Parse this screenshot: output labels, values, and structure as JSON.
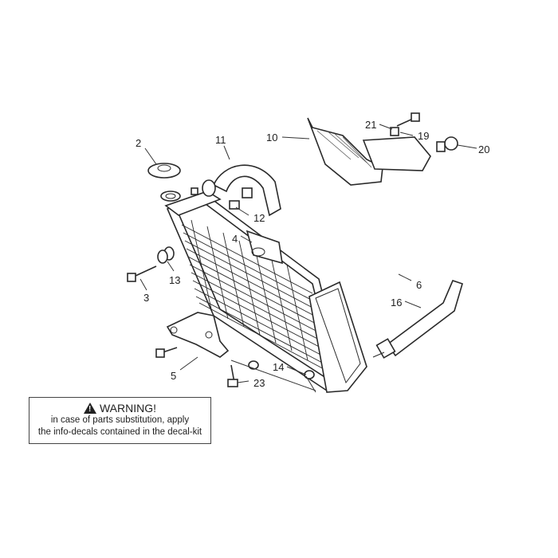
{
  "callouts": [
    {
      "id": "2",
      "label": "2"
    },
    {
      "id": "11",
      "label": "11"
    },
    {
      "id": "10",
      "label": "10"
    },
    {
      "id": "21",
      "label": "21"
    },
    {
      "id": "19",
      "label": "19"
    },
    {
      "id": "20",
      "label": "20"
    },
    {
      "id": "12",
      "label": "12"
    },
    {
      "id": "4",
      "label": "4"
    },
    {
      "id": "13",
      "label": "13"
    },
    {
      "id": "3",
      "label": "3"
    },
    {
      "id": "6",
      "label": "6"
    },
    {
      "id": "16",
      "label": "16"
    },
    {
      "id": "5",
      "label": "5"
    },
    {
      "id": "14",
      "label": "14"
    },
    {
      "id": "23",
      "label": "23"
    }
  ],
  "warning": {
    "title": "WARNING!",
    "line1": "in case of parts substitution, apply",
    "line2": "the info-decals contained in the decal-kit",
    "icon": "warning-triangle-icon"
  }
}
